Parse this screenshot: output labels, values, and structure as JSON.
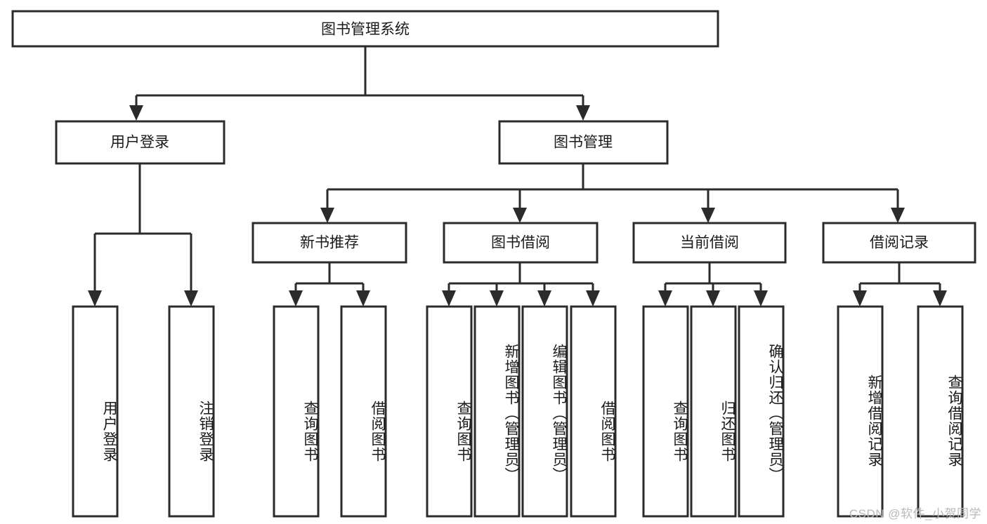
{
  "diagram": {
    "title": "图书管理系统",
    "type": "tree-hierarchy-flowchart",
    "root": {
      "id": "root",
      "label": "图书管理系统"
    },
    "level1": [
      {
        "id": "user-login",
        "label": "用户登录"
      },
      {
        "id": "book-manage",
        "label": "图书管理"
      }
    ],
    "level2": [
      {
        "id": "new-book-recommend",
        "label": "新书推荐",
        "parent": "book-manage"
      },
      {
        "id": "book-borrow",
        "label": "图书借阅",
        "parent": "book-manage"
      },
      {
        "id": "current-borrow",
        "label": "当前借阅",
        "parent": "book-manage"
      },
      {
        "id": "borrow-record",
        "label": "借阅记录",
        "parent": "book-manage"
      }
    ],
    "leaves": {
      "user_login": [
        {
          "id": "leaf-user-login",
          "label": "用户登录"
        },
        {
          "id": "leaf-logout-login",
          "label": "注销登录"
        }
      ],
      "new_book_recommend": [
        {
          "id": "leaf-query-book-1",
          "label": "查询图书"
        },
        {
          "id": "leaf-borrow-book-1",
          "label": "借阅图书"
        }
      ],
      "book_borrow": [
        {
          "id": "leaf-query-book-2",
          "label": "查询图书"
        },
        {
          "id": "leaf-add-book",
          "label": "新增图书（管理员）"
        },
        {
          "id": "leaf-edit-book",
          "label": "编辑图书（管理员）"
        },
        {
          "id": "leaf-borrow-book-2",
          "label": "借阅图书"
        }
      ],
      "current_borrow": [
        {
          "id": "leaf-query-book-3",
          "label": "查询图书"
        },
        {
          "id": "leaf-return-book",
          "label": "归还图书"
        },
        {
          "id": "leaf-confirm-return",
          "label": "确认归还（管理员）"
        }
      ],
      "borrow_record": [
        {
          "id": "leaf-add-record",
          "label": "新增借阅记录"
        },
        {
          "id": "leaf-query-record",
          "label": "查询借阅记录"
        }
      ]
    },
    "colors": {
      "stroke": "#2b2b2b",
      "fill": "#ffffff",
      "text": "#1a1a1a",
      "watermark": "#b9b9b9"
    }
  },
  "watermark": {
    "text": "CSDN @软件_小贺同学"
  }
}
